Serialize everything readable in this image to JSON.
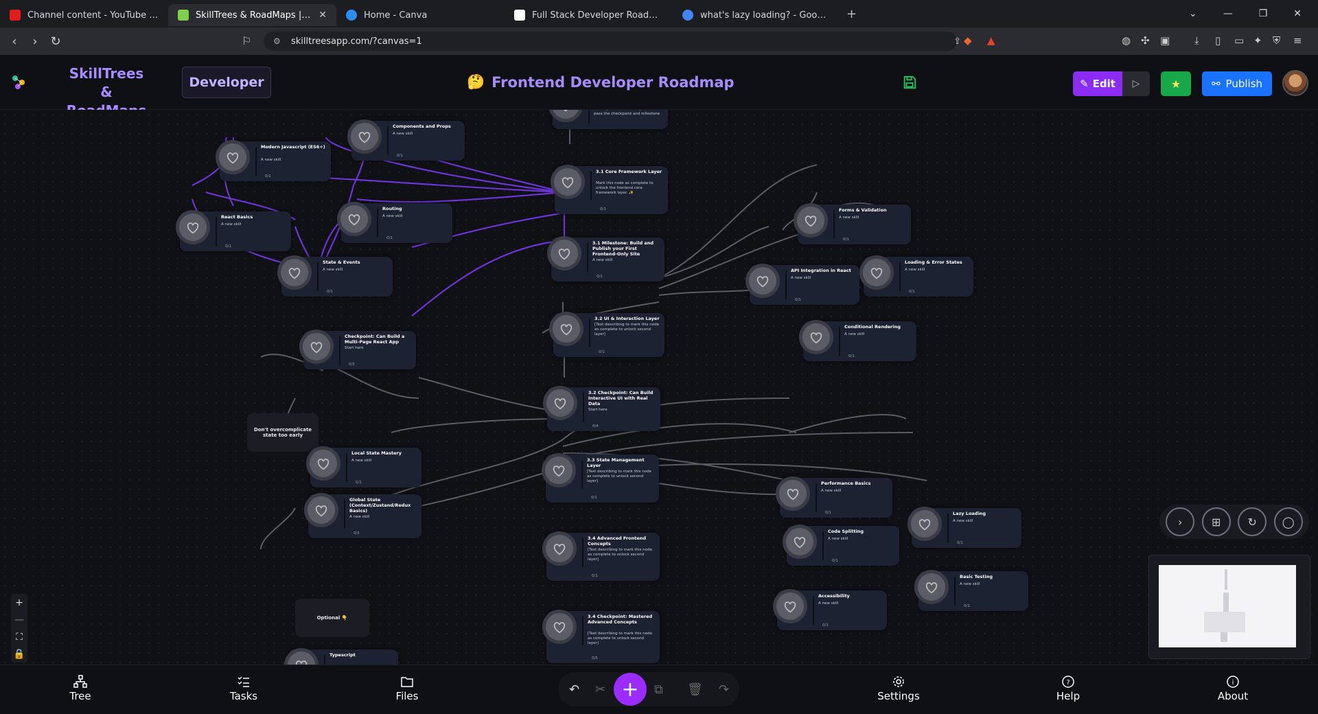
{
  "browser": {
    "tabs": [
      {
        "title": "Channel content - YouTube Studio",
        "color": "#e21b1b",
        "active": false
      },
      {
        "title": "SkillTrees & RoadMaps | Level up",
        "color": "#7ecf4a",
        "active": true
      },
      {
        "title": "Home - Canva",
        "color": "#2d8df0",
        "active": false
      },
      {
        "title": "Full Stack Developer Roadmap",
        "color": "#ffffff",
        "active": false
      },
      {
        "title": "what's lazy loading? - Google Search",
        "color": "#4285f4",
        "active": false
      }
    ],
    "url": "skilltreesapp.com/?canvas=1"
  },
  "header": {
    "brand": "SkillTrees & RoadMaps",
    "role": "Developer",
    "title_emoji": "🤔",
    "title": "Frontend Developer Roadmap",
    "edit_label": "Edit",
    "publish_label": "Publish"
  },
  "nodes": [
    {
      "id": "n-top",
      "title": "",
      "desc": "developer skills. You may need to pass the checkpoint and milestone",
      "count": ""
    },
    {
      "id": "n-components",
      "title": "Components and Props",
      "desc": "A new skill",
      "count": "0/1"
    },
    {
      "id": "n-modernjs",
      "title": "Modern Javascript (ES6+)",
      "desc": "A new skill",
      "count": "0/1"
    },
    {
      "id": "n-core",
      "title": "3.1 Core Framework Layer",
      "desc": "Mark this node as complete to unlock the frontend core framework layer. ✨",
      "count": "0/1"
    },
    {
      "id": "n-react",
      "title": "React Basics",
      "desc": "A new skill",
      "count": "0/1"
    },
    {
      "id": "n-routing",
      "title": "Routing",
      "desc": "A new skill",
      "count": "0/1"
    },
    {
      "id": "n-forms",
      "title": "Forms & Validation",
      "desc": "A new skill",
      "count": "0/1"
    },
    {
      "id": "n-milestone",
      "title": "3.1 Milestone: Build and Publish your First Frontend-Only Site",
      "desc": "A new skill",
      "count": "0/1"
    },
    {
      "id": "n-state",
      "title": "State & Events",
      "desc": "A new skill",
      "count": "0/1"
    },
    {
      "id": "n-api",
      "title": "API Integration in React",
      "desc": "A new skill",
      "count": "0/1"
    },
    {
      "id": "n-loading",
      "title": "Loading & Error States",
      "desc": "A new skill",
      "count": "0/1"
    },
    {
      "id": "n-ui",
      "title": "3.2 UI & Interaction Layer",
      "desc": "[Text describing to mark this node as complete to unlock second layer]",
      "count": "0/1"
    },
    {
      "id": "n-cond",
      "title": "Conditional Rendering",
      "desc": "A new skill",
      "count": "0/1"
    },
    {
      "id": "n-checkpoint1",
      "title": "Checkpoint: Can Build a Multi-Page React App",
      "desc": "Start here",
      "count": "0/5"
    },
    {
      "id": "n-checkpoint2",
      "title": "3.2 Checkpoint: Can Build Interactive UI with Real Data",
      "desc": "Start here",
      "count": "0/4"
    },
    {
      "id": "n-local",
      "title": "Local State Mastery",
      "desc": "A new skill",
      "count": "0/1"
    },
    {
      "id": "n-statemgmt",
      "title": "3.3 State Management Layer",
      "desc": "[Text describing to mark this node as complete to unlock second layer]",
      "count": "0/1"
    },
    {
      "id": "n-perf",
      "title": "Performance Basics",
      "desc": "A new skill",
      "count": "0/1"
    },
    {
      "id": "n-global",
      "title": "Global State (Context/Zustand/Redux Basics)",
      "desc": "A new skill",
      "count": "0/2"
    },
    {
      "id": "n-lazy",
      "title": "Lazy Loading",
      "desc": "A new skill",
      "count": "0/1"
    },
    {
      "id": "n-split",
      "title": "Code Splitting",
      "desc": "A new skill",
      "count": "0/1"
    },
    {
      "id": "n-advanced",
      "title": "3.4 Advanced Frontend Concepts",
      "desc": "[Text describing to mark this node as complete to unlock second layer]",
      "count": "0/1"
    },
    {
      "id": "n-testing",
      "title": "Basic Testing",
      "desc": "A new skill",
      "count": "0/1"
    },
    {
      "id": "n-a11y",
      "title": "Accessibility",
      "desc": "A new skill",
      "count": "0/1"
    },
    {
      "id": "n-checkpoint3",
      "title": "3.4 Checkpoint: Mastered Advanced Concepts",
      "desc": "[Text describing to mark this node as complete to unlock second layer]",
      "count": "0/5"
    },
    {
      "id": "n-ts",
      "title": "Typescript",
      "desc": "",
      "count": ""
    }
  ],
  "notes": [
    {
      "id": "note-overcomplicate",
      "text": "Don't overcomplicate state too early"
    },
    {
      "id": "note-optional",
      "text": "Optional 👇"
    }
  ],
  "bottom": {
    "tree": "Tree",
    "tasks": "Tasks",
    "files": "Files",
    "settings": "Settings",
    "help": "Help",
    "about": "About"
  },
  "colors": {
    "accent": "#8b2cf5",
    "publish": "#1a73ff",
    "star": "#17a84a",
    "edge_active": "#7c3aed",
    "edge_idle": "#5a5c66"
  }
}
